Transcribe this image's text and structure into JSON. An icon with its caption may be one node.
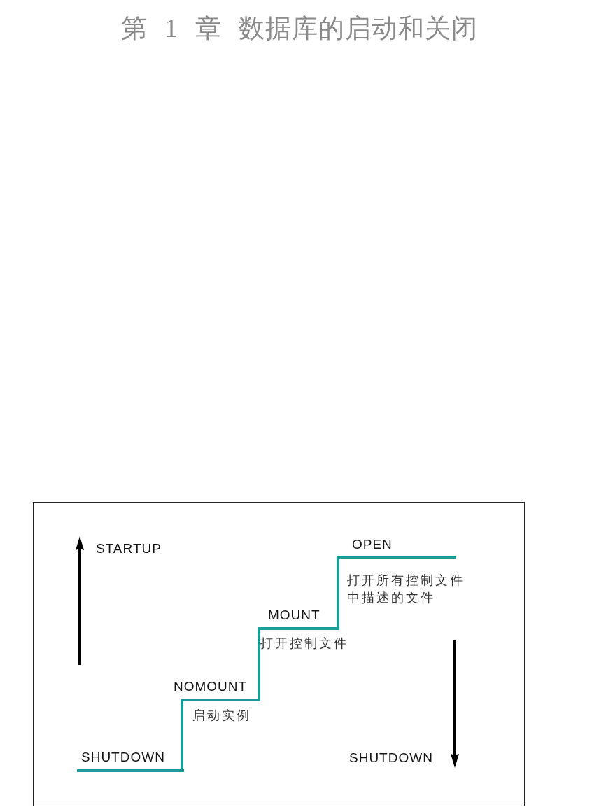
{
  "diagram": {
    "title": "第 1 章 数据库的启动和关闭",
    "nodes": [
      {
        "text": [
          "SHUTDOWN"
        ]
      },
      {
        "text": [
          "NOMOUNT"
        ],
        "beside": [
          "启动实例"
        ]
      },
      {
        "text": [
          "MOUNT"
        ],
        "beside": [
          "打开控制文件"
        ]
      },
      {
        "text": [
          "OPEN"
        ],
        "beside": [
          "打开所有控制文件中描述的文件"
        ]
      }
    ],
    "edges": [
      {
        "from": 0,
        "to": 1,
        "arrow": "none"
      },
      {
        "from": 1,
        "to": 2,
        "arrow": "none"
      },
      {
        "from": 2,
        "to": 3,
        "arrow": "none"
      }
    ],
    "labels": [
      "STARTUP",
      "SHUTDOWN"
    ]
  }
}
